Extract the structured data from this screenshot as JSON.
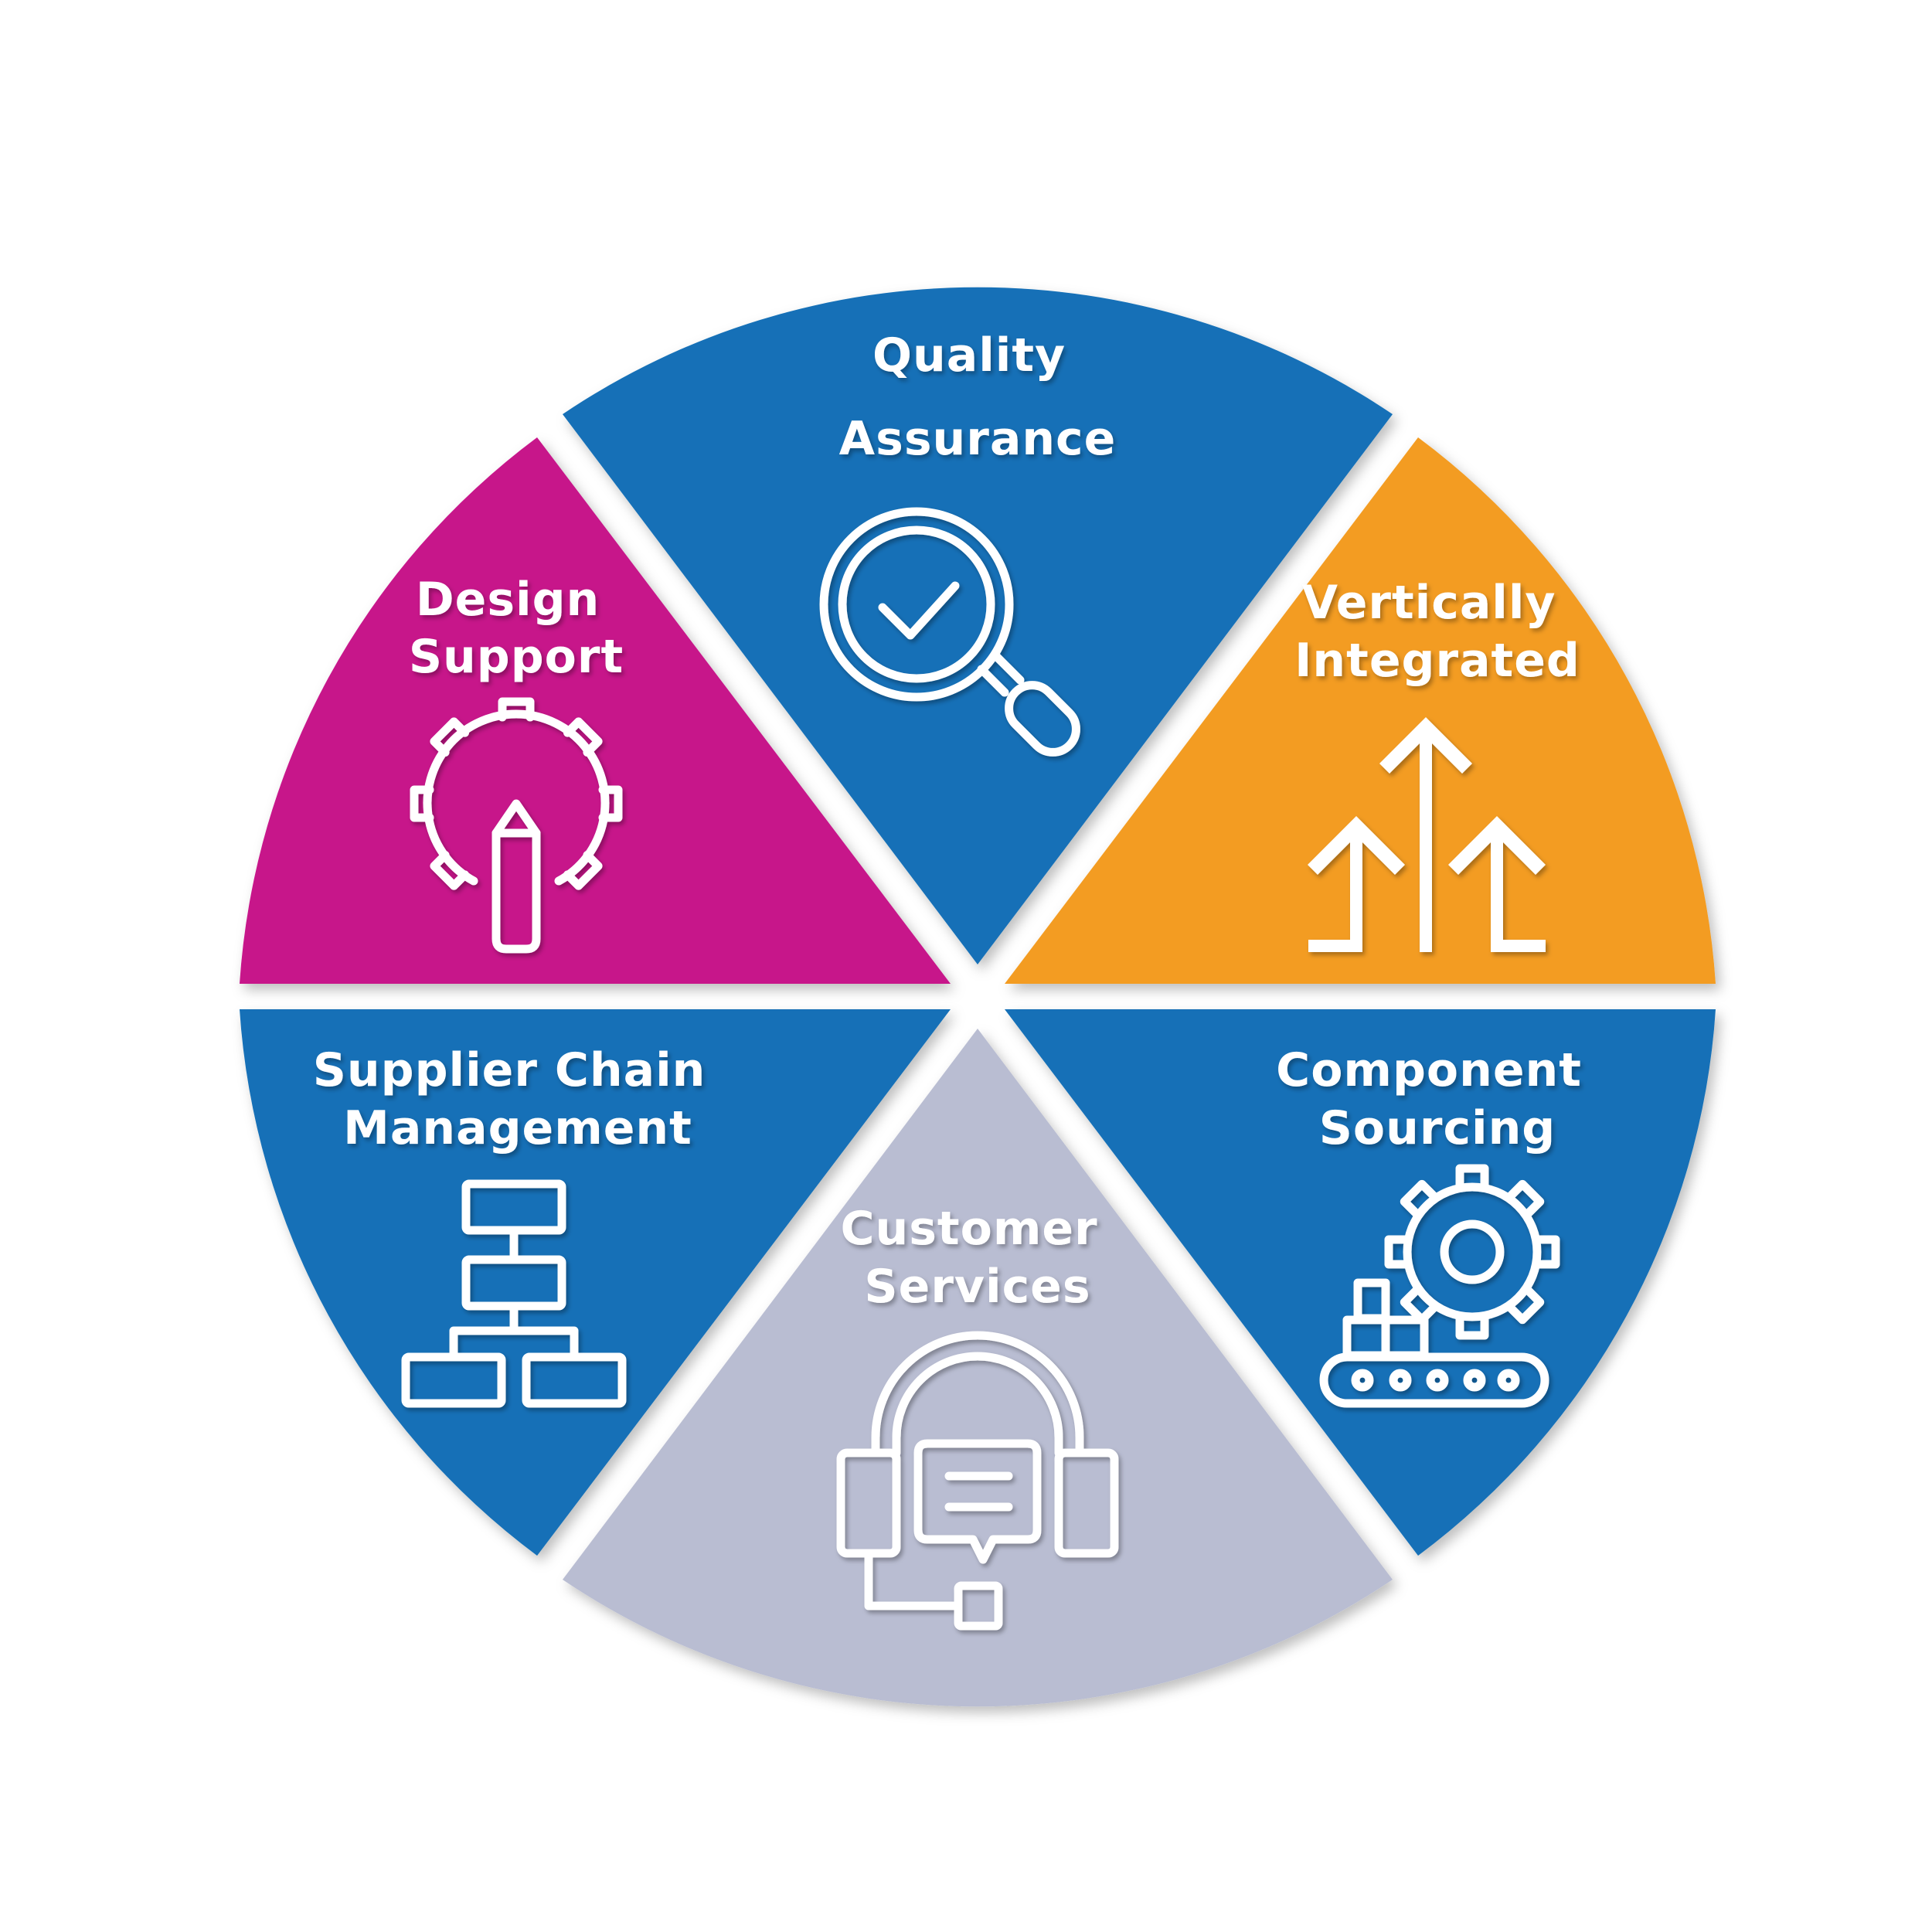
{
  "segments": [
    {
      "id": "quality-assurance",
      "lines": [
        "Quality",
        "Assurance"
      ],
      "color": "#1270b7",
      "icon": "magnifier-check-icon"
    },
    {
      "id": "vertically-integrated",
      "lines": [
        "Vertically",
        "Integrated"
      ],
      "color": "#f39c22",
      "icon": "up-arrows-icon"
    },
    {
      "id": "component-sourcing",
      "lines": [
        "Component",
        "Sourcing"
      ],
      "color": "#1270b7",
      "icon": "gear-conveyor-icon"
    },
    {
      "id": "customer-services",
      "lines": [
        "Customer",
        "Services"
      ],
      "color": "#b9bdd2",
      "icon": "headset-chat-icon"
    },
    {
      "id": "supplier-chain-management",
      "lines": [
        "Supplier Chain",
        "Management"
      ],
      "color": "#1270b7",
      "icon": "flowchart-icon"
    },
    {
      "id": "design-support",
      "lines": [
        "Design",
        "Support"
      ],
      "color": "#c7138a",
      "icon": "gear-pencil-icon"
    }
  ]
}
